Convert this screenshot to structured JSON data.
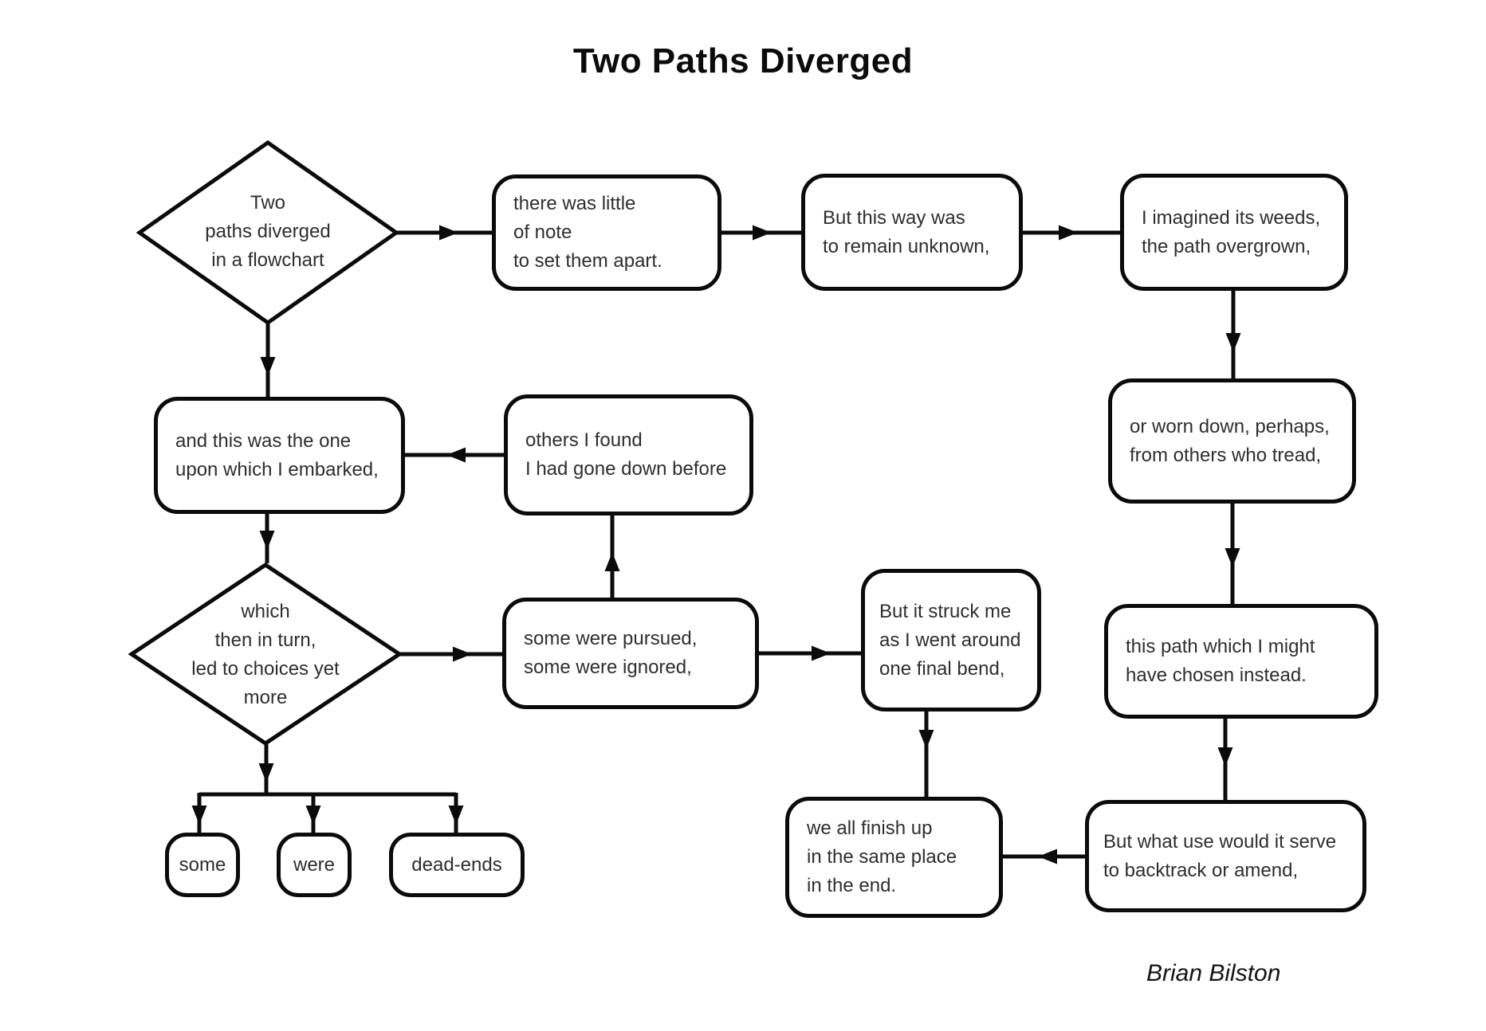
{
  "title": "Two Paths Diverged",
  "attribution": "Brian Bilston",
  "colors": {
    "line": "#0b0b0b",
    "node_border": "#0b0b0b",
    "node_fill": "#ffffff",
    "text": "#2e2e2e",
    "background": "#ffffff"
  },
  "nodes": {
    "start_diamond": {
      "type": "decision",
      "text": "Two\npaths diverged\nin a flowchart"
    },
    "little_of_note": {
      "type": "process",
      "text": "there was little\nof note\nto set them apart."
    },
    "remain_unknown": {
      "type": "process",
      "text": "But this way was\nto remain unknown,"
    },
    "imagined_weeds": {
      "type": "process",
      "text": "I imagined its weeds,\nthe path overgrown,"
    },
    "embarked": {
      "type": "process",
      "text": "and this was the one\nupon which I embarked,"
    },
    "others_found": {
      "type": "process",
      "text": "others I found\nI had gone down before"
    },
    "worn_down": {
      "type": "process",
      "text": "or worn down, perhaps,\nfrom others who tread,"
    },
    "choices_diamond": {
      "type": "decision",
      "text": "which\nthen in turn,\nled to choices yet\nmore"
    },
    "pursued_ignored": {
      "type": "process",
      "text": "some were pursued,\nsome were ignored,"
    },
    "struck_me": {
      "type": "process",
      "text": "But it struck me\nas I went around\none final bend,"
    },
    "chosen_instead": {
      "type": "process",
      "text": "this path which I might\nhave chosen instead."
    },
    "some": {
      "type": "terminal",
      "text": "some"
    },
    "were": {
      "type": "terminal",
      "text": "were"
    },
    "dead_ends": {
      "type": "terminal",
      "text": "dead-ends"
    },
    "finish_up": {
      "type": "process",
      "text": "we all finish up\nin the same place\nin the end."
    },
    "backtrack": {
      "type": "process",
      "text": "But what use would it serve\nto backtrack or amend,"
    }
  },
  "edges": [
    {
      "from": "start_diamond",
      "to": "little_of_note"
    },
    {
      "from": "little_of_note",
      "to": "remain_unknown"
    },
    {
      "from": "remain_unknown",
      "to": "imagined_weeds"
    },
    {
      "from": "imagined_weeds",
      "to": "worn_down"
    },
    {
      "from": "worn_down",
      "to": "chosen_instead"
    },
    {
      "from": "chosen_instead",
      "to": "backtrack"
    },
    {
      "from": "backtrack",
      "to": "finish_up"
    },
    {
      "from": "struck_me",
      "to": "finish_up"
    },
    {
      "from": "pursued_ignored",
      "to": "struck_me"
    },
    {
      "from": "choices_diamond",
      "to": "pursued_ignored"
    },
    {
      "from": "pursued_ignored",
      "to": "others_found"
    },
    {
      "from": "others_found",
      "to": "embarked"
    },
    {
      "from": "embarked",
      "to": "choices_diamond"
    },
    {
      "from": "start_diamond",
      "to": "embarked"
    },
    {
      "from": "choices_diamond",
      "to": "some"
    },
    {
      "from": "choices_diamond",
      "to": "were"
    },
    {
      "from": "choices_diamond",
      "to": "dead_ends"
    }
  ]
}
